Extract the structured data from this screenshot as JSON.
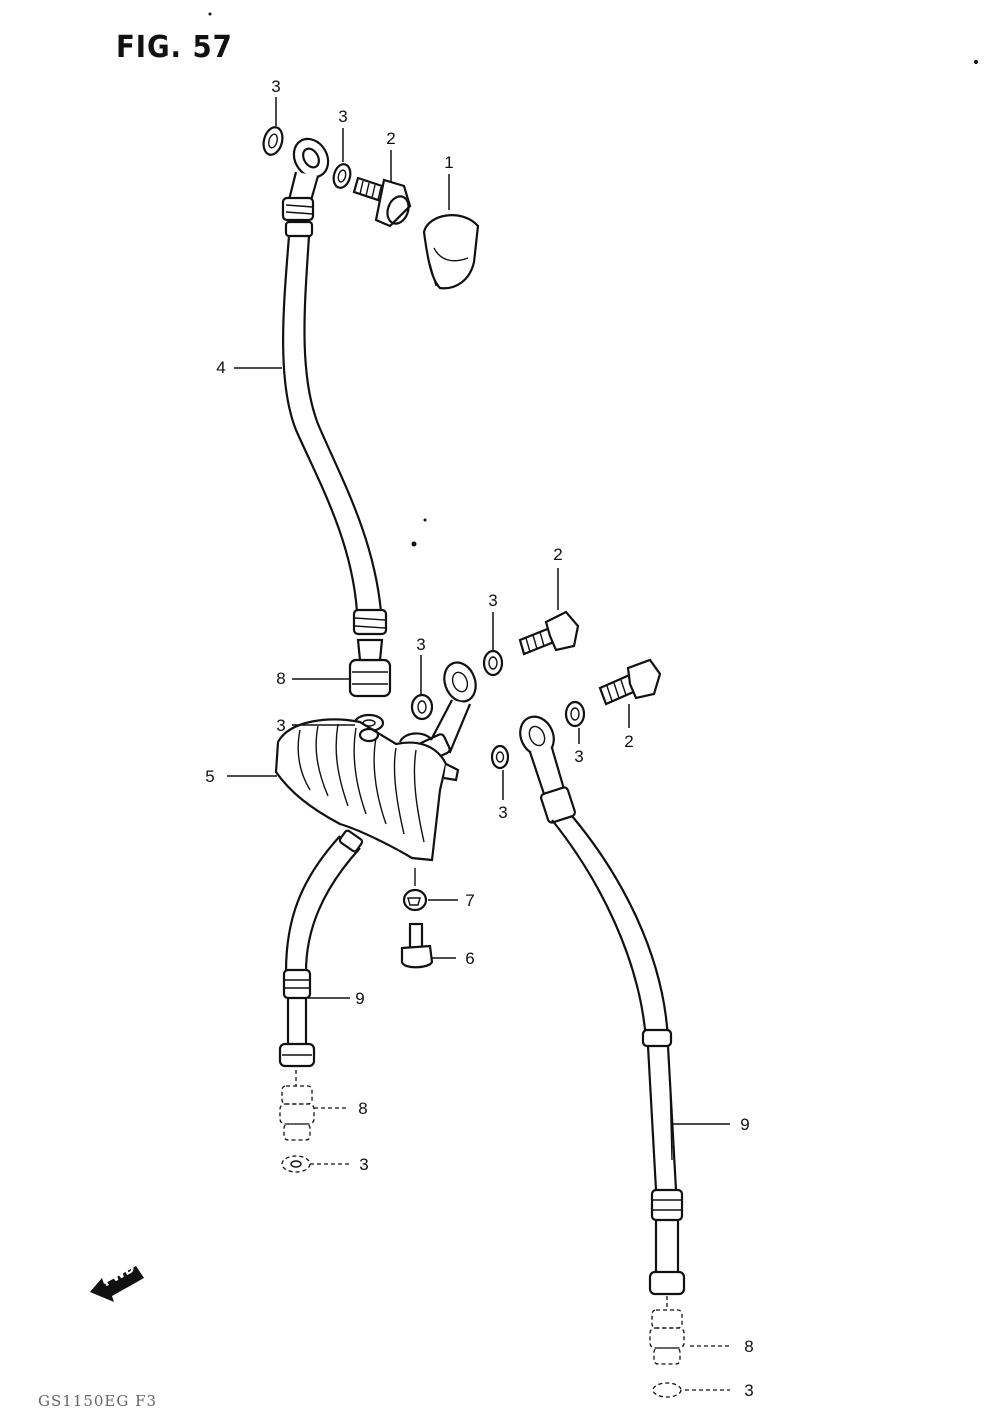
{
  "figure": {
    "title": "FIG. 57",
    "code": "GS1150EG F3",
    "direction": "FWD"
  },
  "callouts": [
    {
      "id": "c1",
      "text": "1"
    },
    {
      "id": "c2a",
      "text": "2"
    },
    {
      "id": "c3a",
      "text": "3"
    },
    {
      "id": "c3b",
      "text": "3"
    },
    {
      "id": "c4",
      "text": "4"
    },
    {
      "id": "c2b",
      "text": "2"
    },
    {
      "id": "c3c",
      "text": "3"
    },
    {
      "id": "c3d",
      "text": "3"
    },
    {
      "id": "c8a",
      "text": "8"
    },
    {
      "id": "c3e",
      "text": "3"
    },
    {
      "id": "c5",
      "text": "5"
    },
    {
      "id": "c2c",
      "text": "2"
    },
    {
      "id": "c3f",
      "text": "3"
    },
    {
      "id": "c3g",
      "text": "3"
    },
    {
      "id": "c7",
      "text": "7"
    },
    {
      "id": "c6",
      "text": "6"
    },
    {
      "id": "c9a",
      "text": "9"
    },
    {
      "id": "c8b",
      "text": "8"
    },
    {
      "id": "c3h",
      "text": "3"
    },
    {
      "id": "c9b",
      "text": "9"
    },
    {
      "id": "c8c",
      "text": "8"
    },
    {
      "id": "c3i",
      "text": "3"
    }
  ]
}
